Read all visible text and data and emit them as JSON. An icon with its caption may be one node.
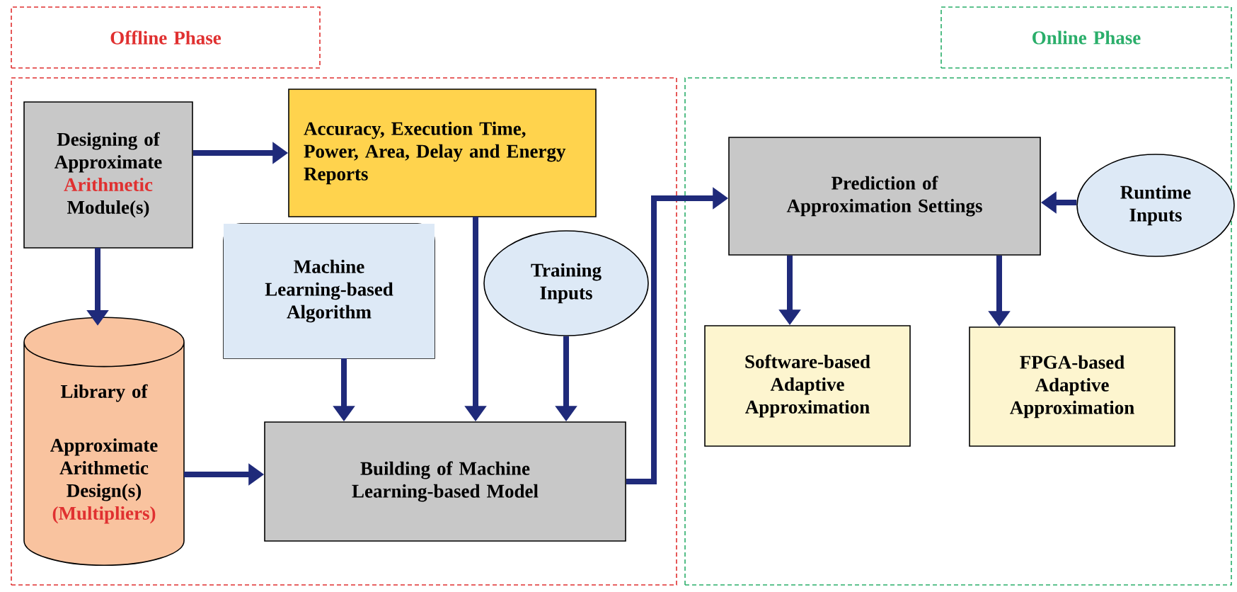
{
  "diagram": {
    "nodes": [
      {
        "text": [
          "Offline Phase"
        ]
      },
      {
        "text": [
          "Online Phase"
        ]
      },
      {
        "text": [],
        "shape": "box"
      },
      {
        "text": [
          "Designing of Approximate",
          "Arithmetic",
          "Module(s)"
        ],
        "in": 2
      },
      {
        "text": [
          "Accuracy, Execution Time, Power, Area, Delay and Energy Reports"
        ],
        "in": 2
      },
      {
        "text": [
          "Machine Learning-based Algorithm"
        ],
        "in": 2
      },
      {
        "text": [
          "Training Inputs"
        ],
        "in": 2
      },
      {
        "text": [
          "Library of",
          "Approximate Arithmetic Design(s)",
          "(Multipliers)"
        ],
        "in": 2
      },
      {
        "text": [
          "Building of Machine Learning-based Model"
        ],
        "in": 2
      },
      {
        "text": [],
        "shape": "box"
      },
      {
        "text": [
          "Prediction of Approximation Settings"
        ],
        "in": 9
      },
      {
        "text": [
          "Runtime Inputs"
        ],
        "in": 9
      },
      {
        "text": [
          "Software-based Adaptive Approximation"
        ],
        "in": 9
      },
      {
        "text": [
          "FPGA-based Adaptive Approximation"
        ],
        "in": 9
      }
    ],
    "edges": [
      {
        "from": 3,
        "to": 4,
        "arrow": "to"
      },
      {
        "from": 3,
        "to": 7,
        "arrow": "to"
      },
      {
        "from": 5,
        "to": 8,
        "arrow": "to"
      },
      {
        "from": 4,
        "to": 8,
        "arrow": "to"
      },
      {
        "from": 6,
        "to": 8,
        "arrow": "to"
      },
      {
        "from": 7,
        "to": 8,
        "arrow": "to"
      },
      {
        "from": 8,
        "to": 10,
        "arrow": "to"
      },
      {
        "from": 11,
        "to": 10,
        "arrow": "to"
      },
      {
        "from": 10,
        "to": 12,
        "arrow": "to"
      },
      {
        "from": 10,
        "to": 13,
        "arrow": "to"
      }
    ]
  }
}
